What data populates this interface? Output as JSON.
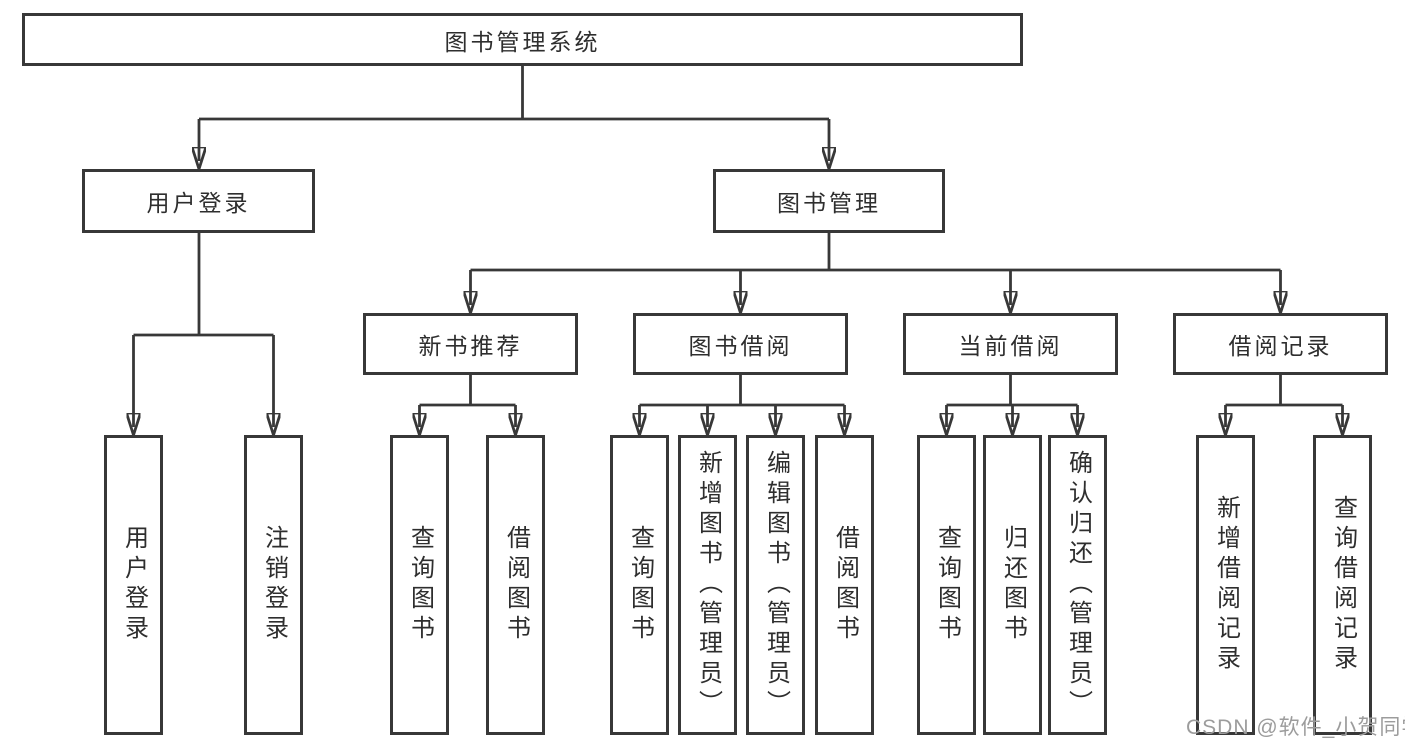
{
  "tree": {
    "root": {
      "label": "图书管理系统"
    },
    "branches": [
      {
        "label": "用户登录",
        "children": [
          {
            "label": "用户登录"
          },
          {
            "label": "注销登录"
          }
        ]
      },
      {
        "label": "图书管理",
        "children": [
          {
            "label": "新书推荐",
            "children": [
              {
                "label": "查询图书"
              },
              {
                "label": "借阅图书"
              }
            ]
          },
          {
            "label": "图书借阅",
            "children": [
              {
                "label": "查询图书"
              },
              {
                "label": "新增图书（管理员）"
              },
              {
                "label": "编辑图书（管理员）"
              },
              {
                "label": "借阅图书"
              }
            ]
          },
          {
            "label": "当前借阅",
            "children": [
              {
                "label": "查询图书"
              },
              {
                "label": "归还图书"
              },
              {
                "label": "确认归还（管理员）"
              }
            ]
          },
          {
            "label": "借阅记录",
            "children": [
              {
                "label": "新增借阅记录"
              },
              {
                "label": "查询借阅记录"
              }
            ]
          }
        ]
      }
    ]
  },
  "watermark": {
    "text": "CSDN @软件_小贺同学"
  },
  "colors": {
    "line": "#383838",
    "box_border": "#383838",
    "box_fill": "#ffffff",
    "text": "#2e2e2e",
    "watermark": "#9c9c9c",
    "background": "#ffffff"
  }
}
